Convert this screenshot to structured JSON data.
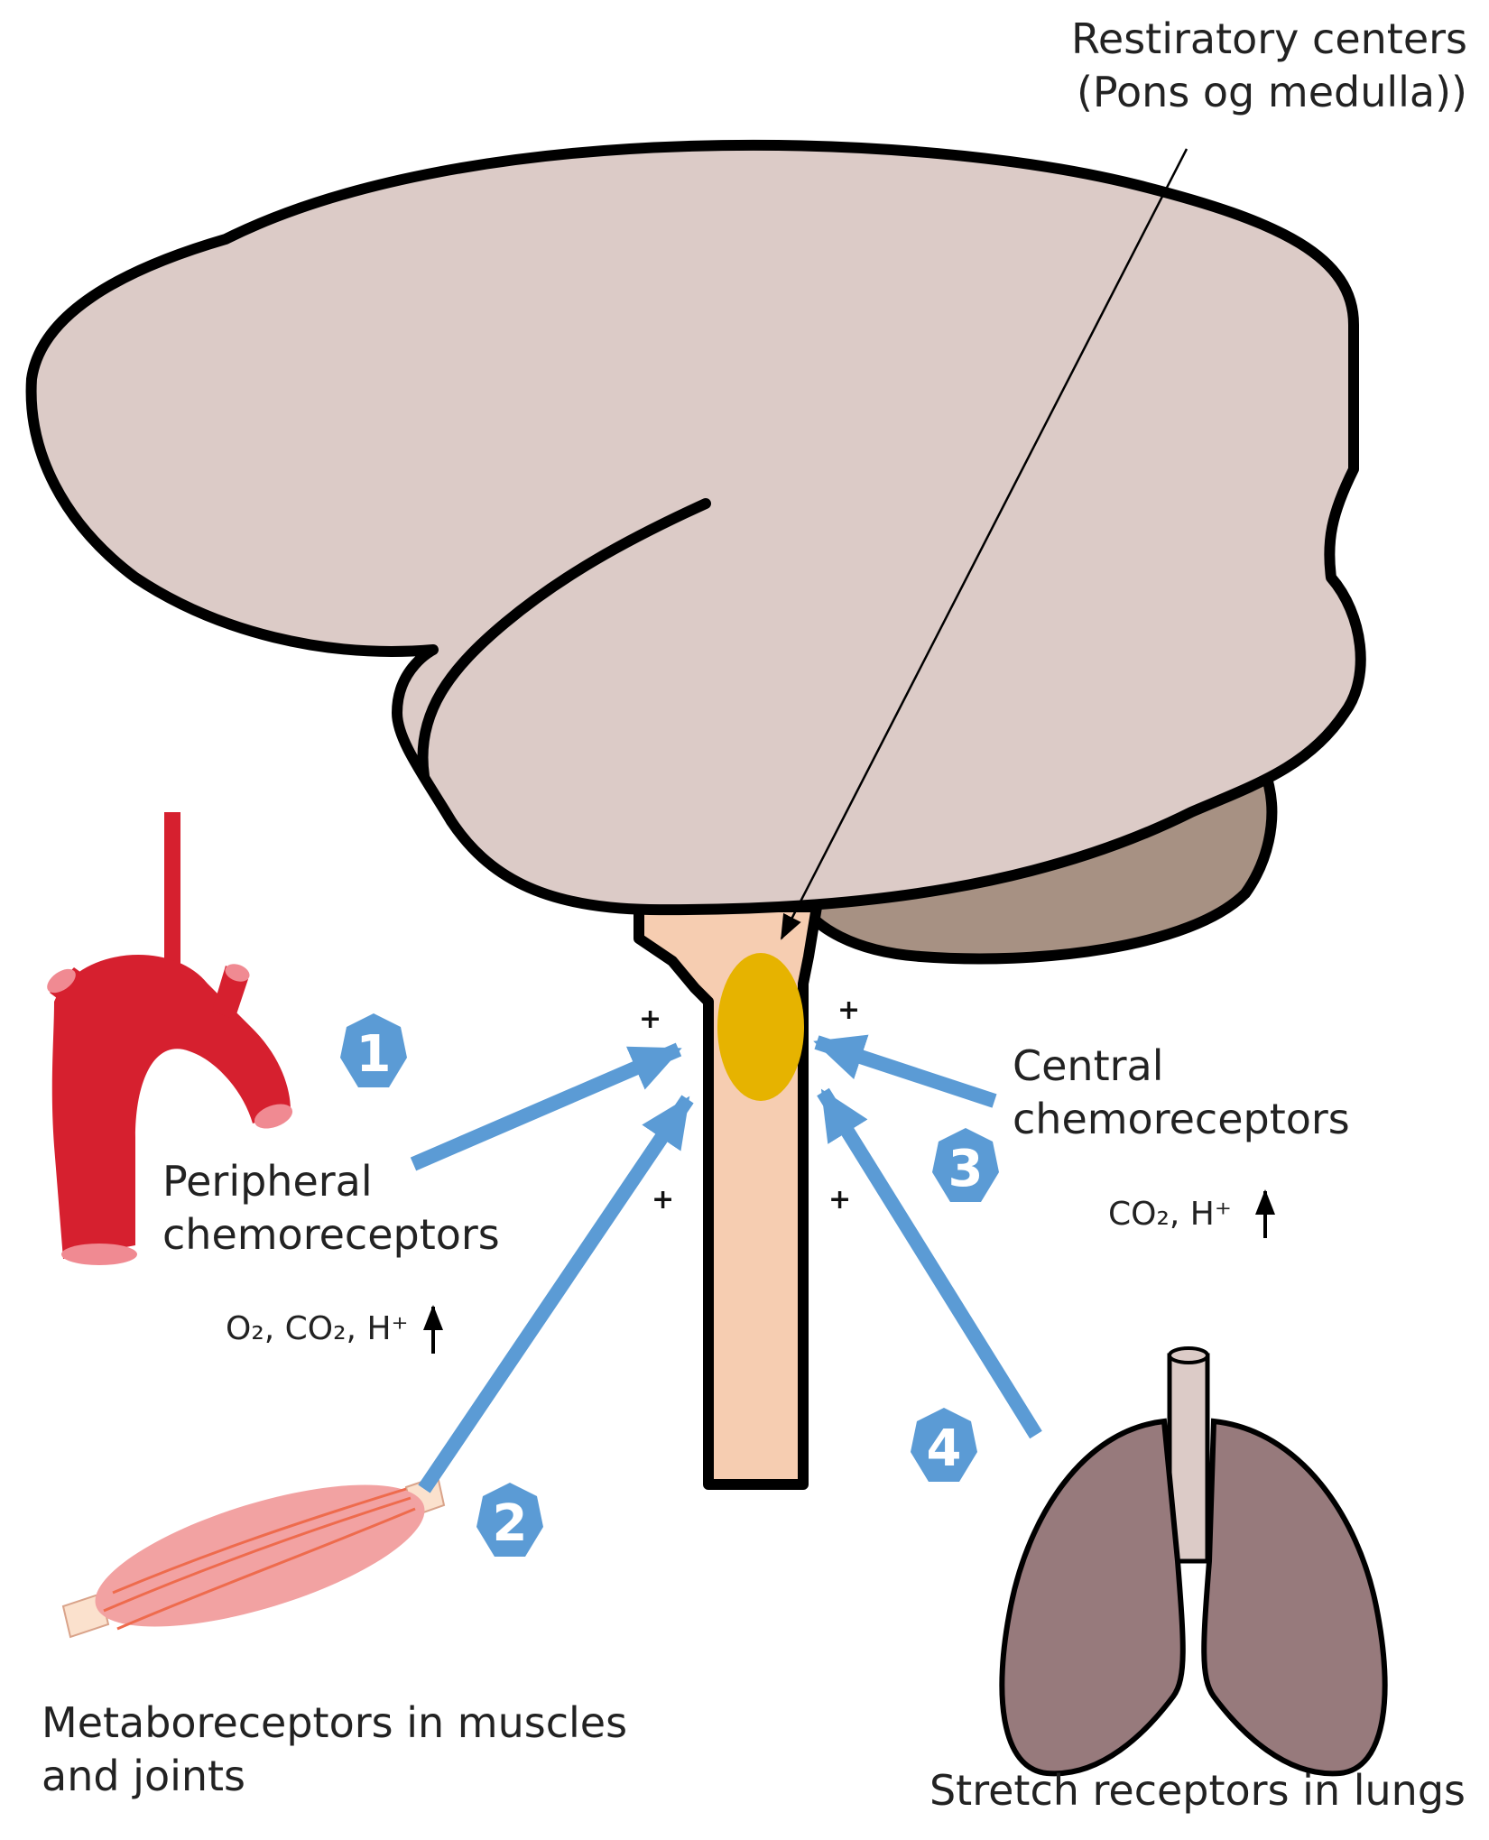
{
  "labels": {
    "respiratory_line1": "Restiratory centers",
    "respiratory_line2": "(Pons og medulla))",
    "peripheral_line1": "Peripheral",
    "peripheral_line2": "chemoreceptors",
    "peripheral_formula": "O₂, CO₂, H⁺",
    "central_line1": "Central",
    "central_line2": "chemoreceptors",
    "central_formula": "CO₂, H⁺",
    "metabo_line1": "Metaboreceptors in muscles",
    "metabo_line2": "and joints",
    "stretch": "Stretch receptors in lungs"
  },
  "badges": [
    "1",
    "2",
    "3",
    "4"
  ],
  "plus_sign": "+",
  "colors": {
    "cerebrum": "#dccbc7",
    "cerebellum": "#a79183",
    "brainstem": "#f6cdb1",
    "respiratory_center": "#e6b300",
    "aorta": "#d6202f",
    "muscle": "#f2a2a2",
    "lungs": "#977a7c",
    "arrow": "#5b9bd5",
    "badge": "#5b9bd5"
  }
}
